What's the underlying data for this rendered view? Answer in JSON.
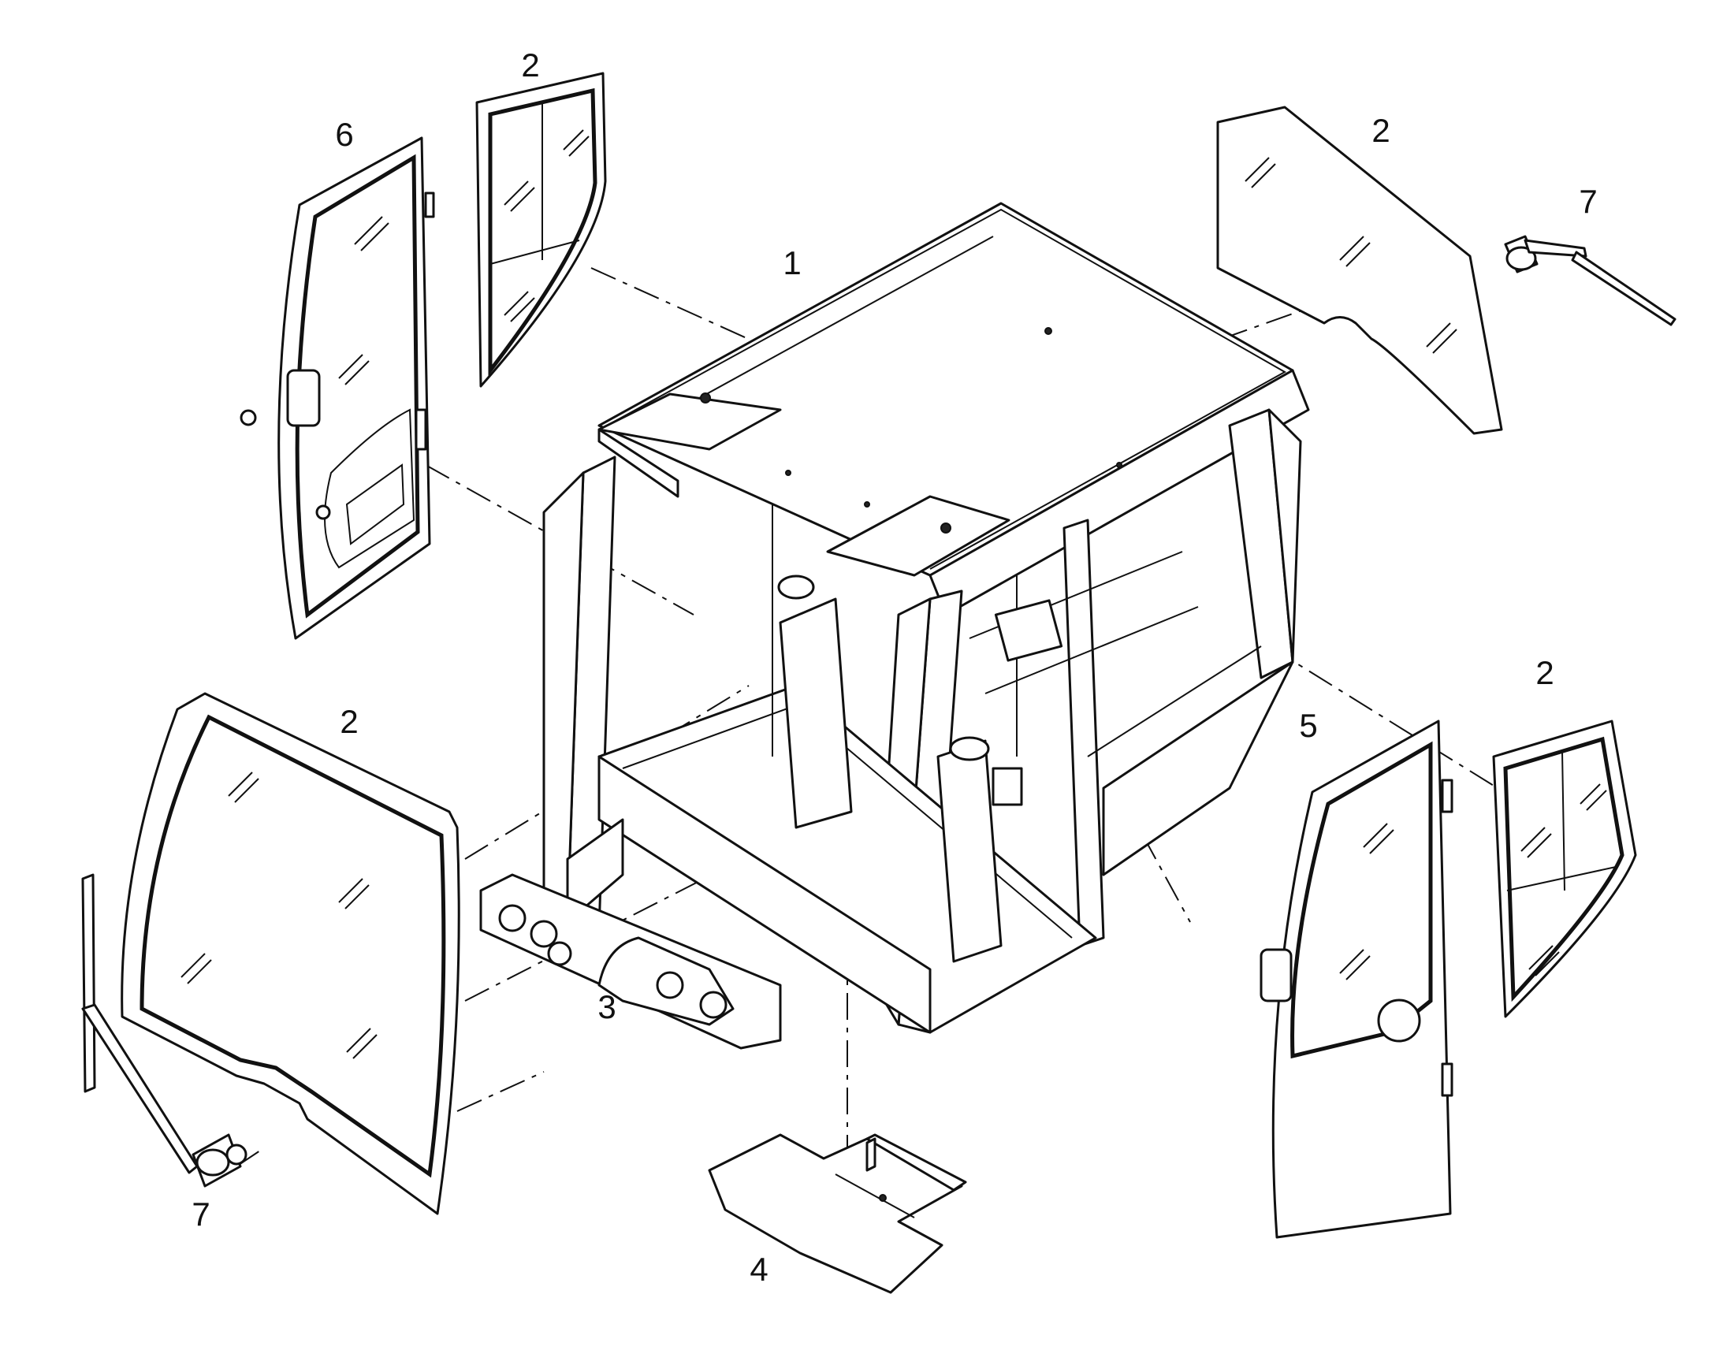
{
  "diagram": {
    "callouts": {
      "cab_frame": "1",
      "glass_side_left_top": "2",
      "glass_rear": "2",
      "glass_front": "2",
      "glass_side_right": "2",
      "dash_panel": "3",
      "floor_plate": "4",
      "door_right": "5",
      "door_left": "6",
      "wiper_rear": "7",
      "wiper_front": "7"
    }
  }
}
